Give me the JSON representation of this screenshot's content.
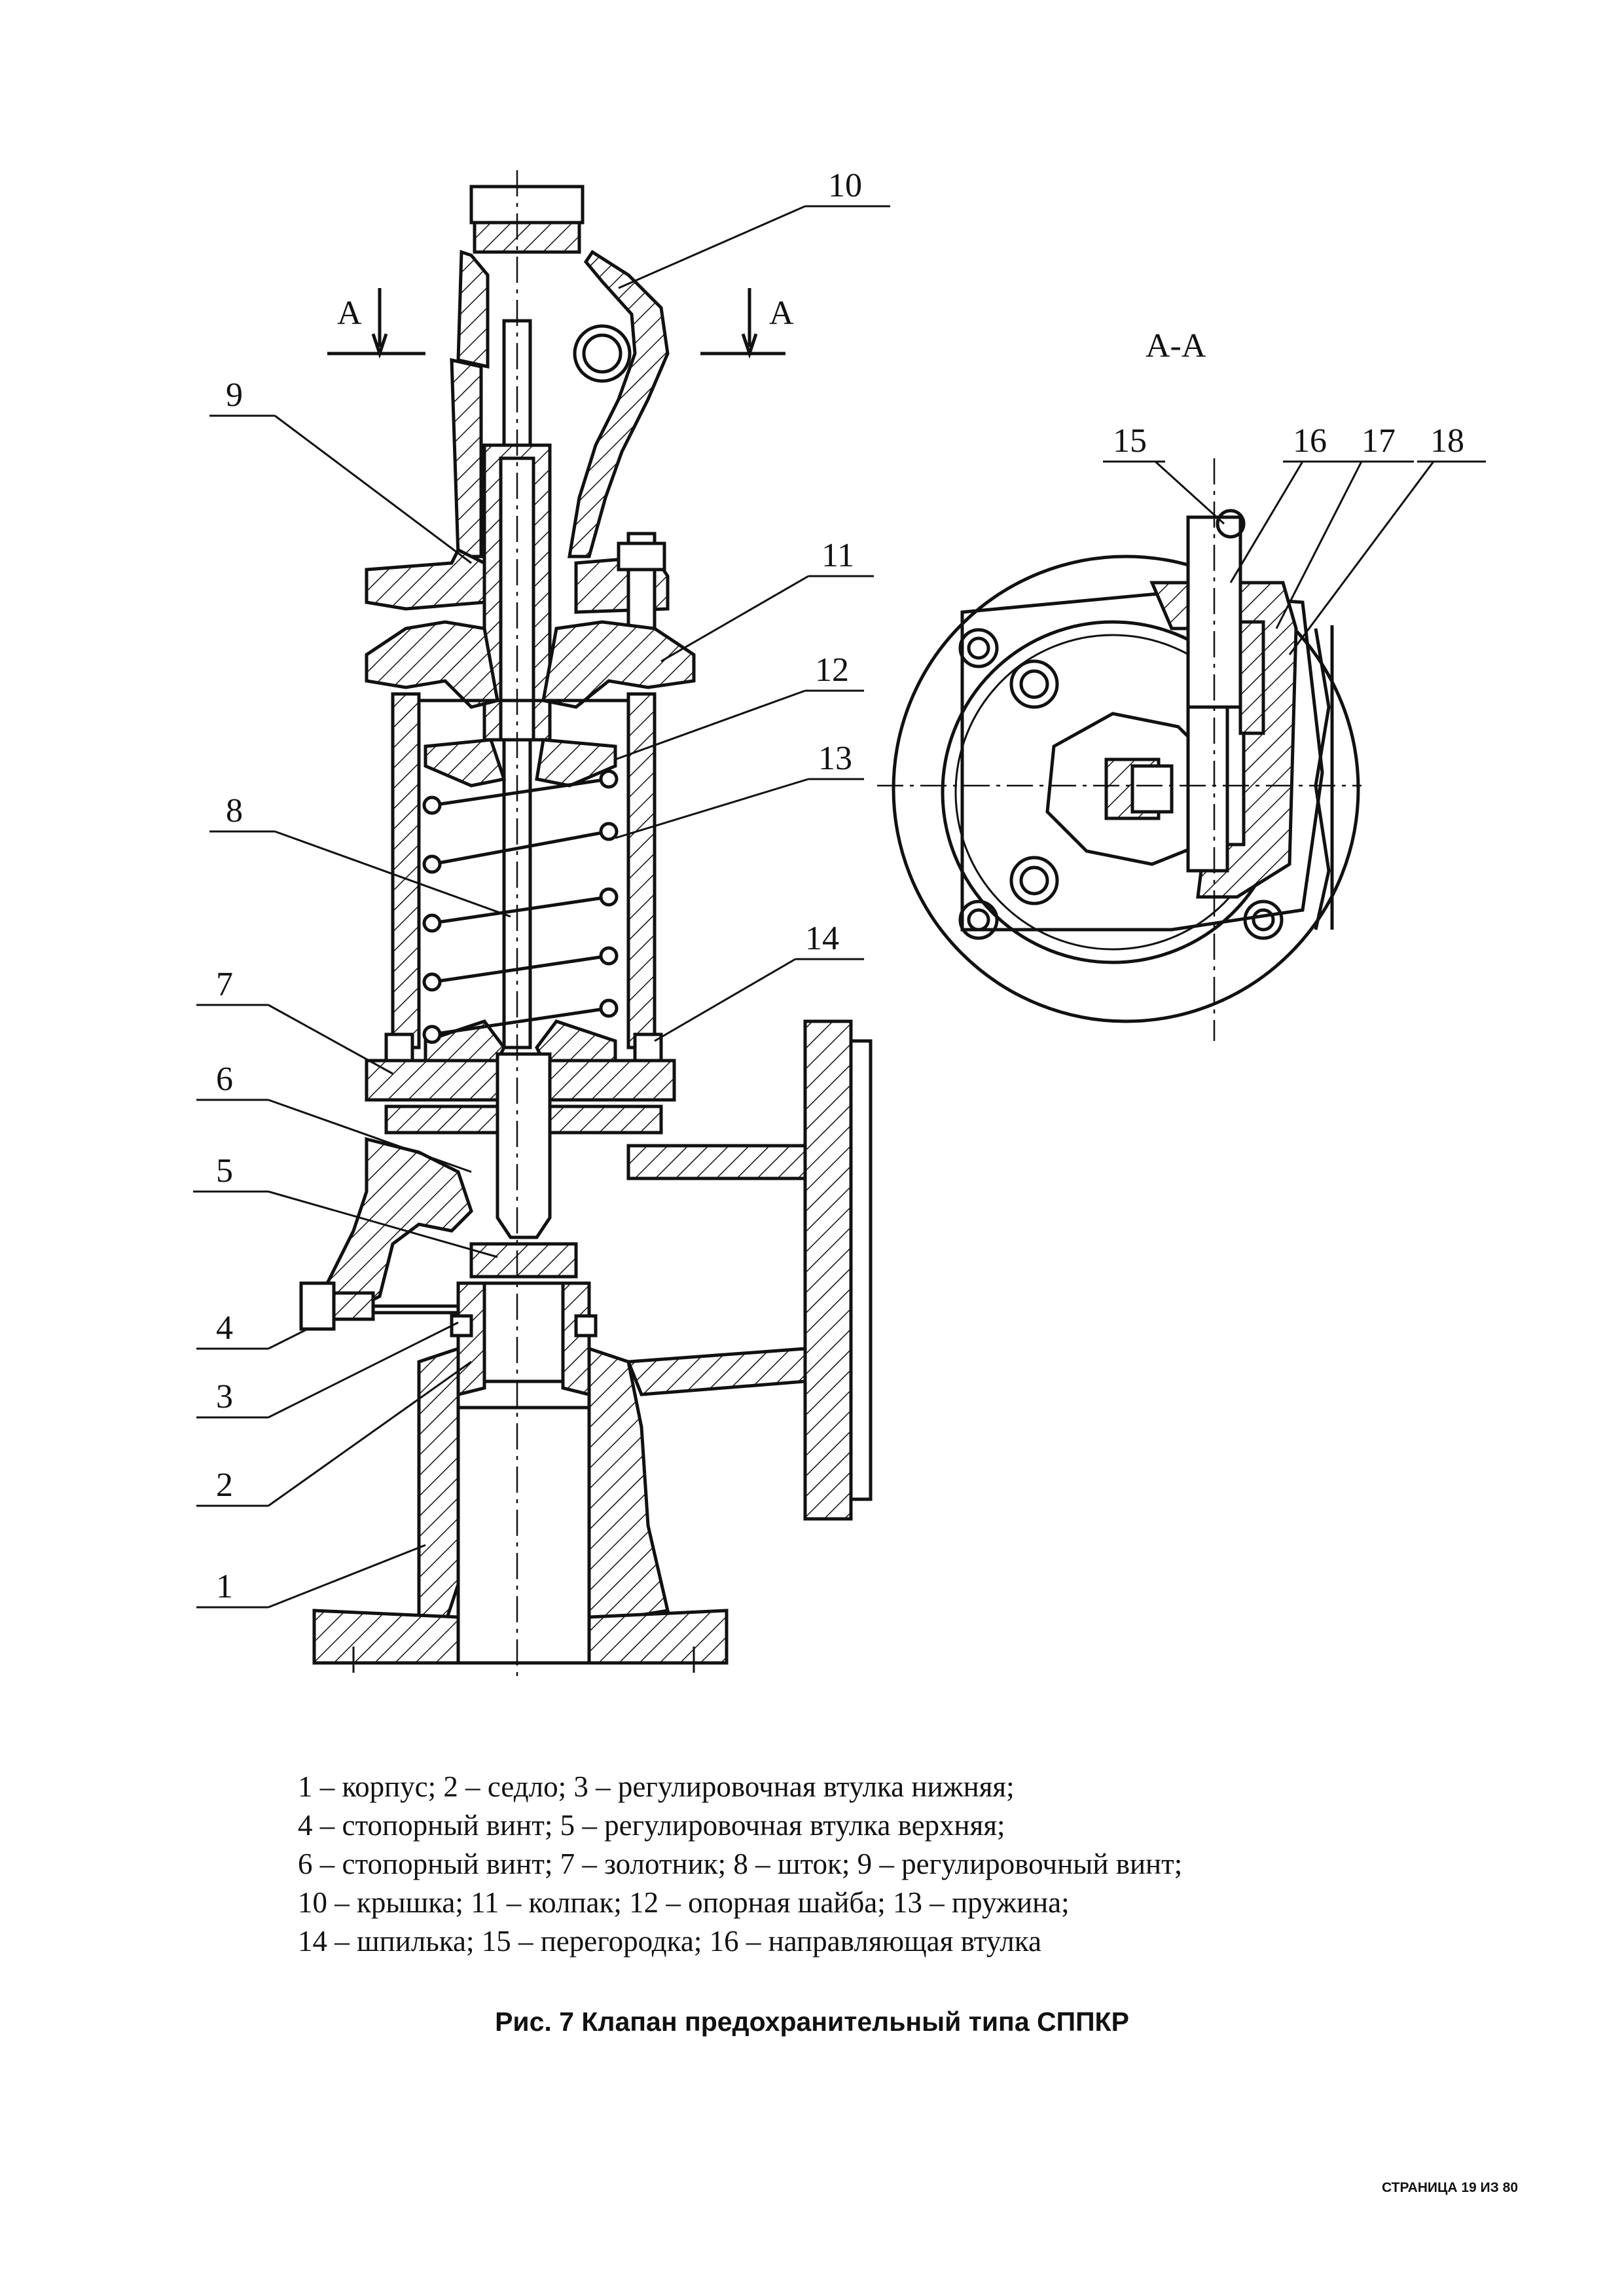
{
  "section_title": "А-А",
  "section_marks": [
    "А",
    "А"
  ],
  "callouts": [
    "1",
    "2",
    "3",
    "4",
    "5",
    "6",
    "7",
    "8",
    "9",
    "10",
    "11",
    "12",
    "13",
    "14",
    "15",
    "16",
    "17",
    "18"
  ],
  "legend_lines": [
    "1 – корпус; 2 – седло; 3 – регулировочная втулка нижняя;",
    "4 – стопорный винт; 5 – регулировочная втулка верхняя;",
    "6 – стопорный винт; 7 – золотник; 8 – шток; 9 – регулировочный винт;",
    "10 – крышка; 11 – колпак; 12 – опорная шайба; 13 – пружина;",
    "14 – шпилька; 15 – перегородка; 16 – направляющая втулка"
  ],
  "caption": "Рис. 7  Клапан предохранительный типа СППКР",
  "footer": "СТРАНИЦА 19 ИЗ 80"
}
